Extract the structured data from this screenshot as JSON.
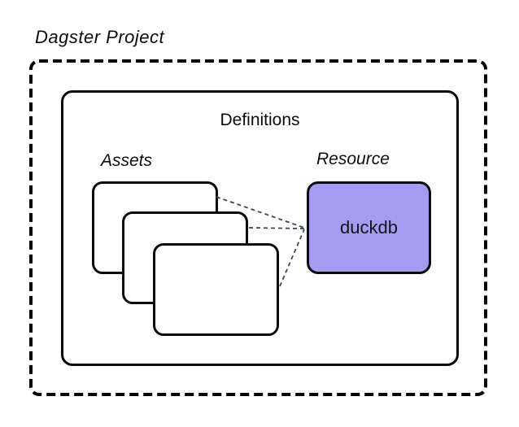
{
  "diagram": {
    "title": "Dagster Project",
    "definitions": {
      "label": "Definitions"
    },
    "assets": {
      "label": "Assets",
      "card_count": 3
    },
    "resource": {
      "label": "Resource",
      "box_label": "duckdb"
    },
    "connections": {
      "count": 3,
      "style": "dashed",
      "from": "asset cards",
      "to": "duckdb resource box"
    },
    "colors": {
      "background": "#ffffff",
      "box_border": "#0b0b0b",
      "resource_fill": "#a59bf0",
      "connector": "#3d4554"
    }
  }
}
